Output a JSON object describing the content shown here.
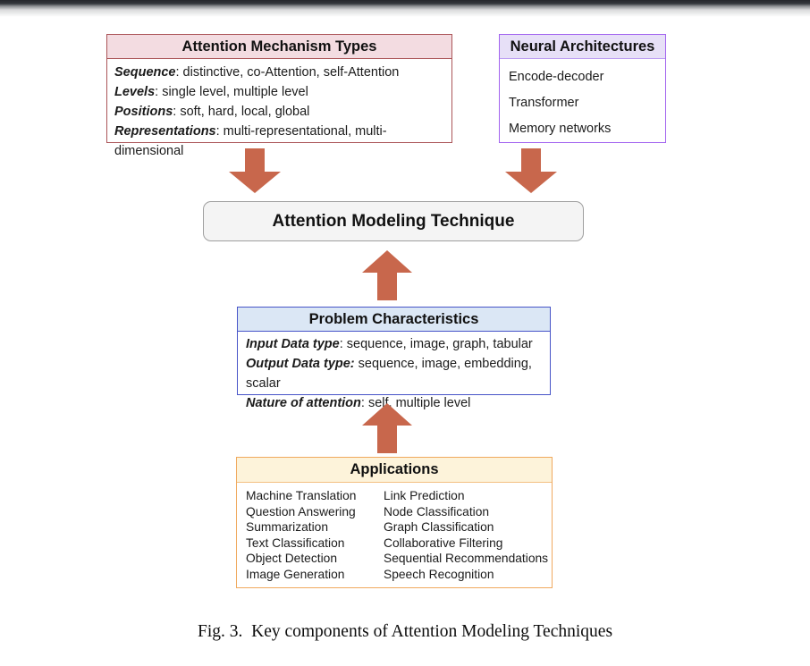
{
  "figure": {
    "caption": "Fig. 3.  Key components of Attention Modeling Techniques"
  },
  "colors": {
    "arrow_fill": "#c8674c",
    "red_border": "#ab5558",
    "red_header_bg": "#f3dce1",
    "purple_border": "#a263ef",
    "purple_header_bg": "#e7e0f7",
    "blue_border": "#4754c8",
    "blue_header_bg": "#dbe7f5",
    "orange_border": "#f0a95e",
    "orange_header_bg": "#fdf3da",
    "center_bg": "#f4f4f4",
    "center_border": "#9f9f9f"
  },
  "boxes": {
    "attention_mechanism_types": {
      "title": "Attention Mechanism Types",
      "items": [
        {
          "label": "Sequence",
          "text": ": distinctive, co-Attention, self-Attention"
        },
        {
          "label": "Levels",
          "text": ": single level, multiple level"
        },
        {
          "label": "Positions",
          "text": ": soft, hard, local, global"
        },
        {
          "label": "Representations",
          "text": ": multi-representational, multi-dimensional"
        }
      ]
    },
    "neural_architectures": {
      "title": "Neural Architectures",
      "items": [
        "Encode-decoder",
        "Transformer",
        "Memory networks"
      ]
    },
    "attention_modeling_technique": {
      "title": "Attention Modeling Technique"
    },
    "problem_characteristics": {
      "title": "Problem Characteristics",
      "items": [
        {
          "label": "Input Data type",
          "text": ": sequence, image, graph, tabular"
        },
        {
          "label": "Output Data type:",
          "text": " sequence, image, embedding, scalar"
        },
        {
          "label": "Nature of attention",
          "text": ": self, multiple level"
        }
      ]
    },
    "applications": {
      "title": "Applications",
      "left_column": [
        "Machine Translation",
        "Question Answering",
        "Summarization",
        "Text Classification",
        "Object Detection",
        "Image Generation"
      ],
      "right_column": [
        "Link Prediction",
        "Node Classification",
        "Graph Classification",
        "Collaborative Filtering",
        "Sequential Recommendations",
        "Speech Recognition"
      ]
    }
  }
}
